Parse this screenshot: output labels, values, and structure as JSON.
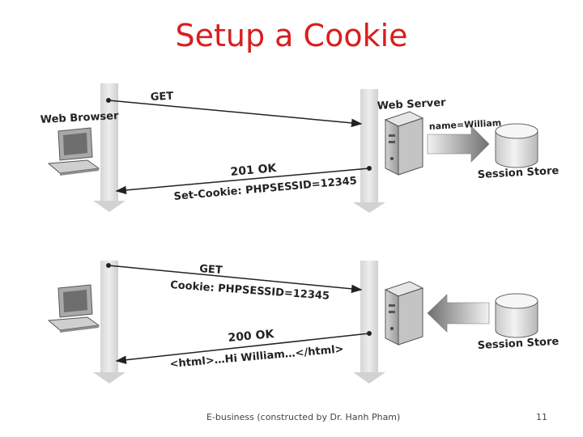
{
  "title": "Setup a Cookie",
  "footer": "E-business (constructed by Dr. Hanh Pham)",
  "page_number": "11",
  "top": {
    "web_browser": "Web Browser",
    "web_server": "Web Server",
    "session_store": "Session Store",
    "name_label": "name=William",
    "request_line": "GET",
    "response_status": "201 OK",
    "response_header": "Set-Cookie: PHPSESSID=12345"
  },
  "bottom": {
    "request_line": "GET",
    "request_cookie": "Cookie: PHPSESSID=12345",
    "response_status": "200 OK",
    "response_body": "<html>…Hi William…</html>",
    "session_store": "Session Store"
  }
}
